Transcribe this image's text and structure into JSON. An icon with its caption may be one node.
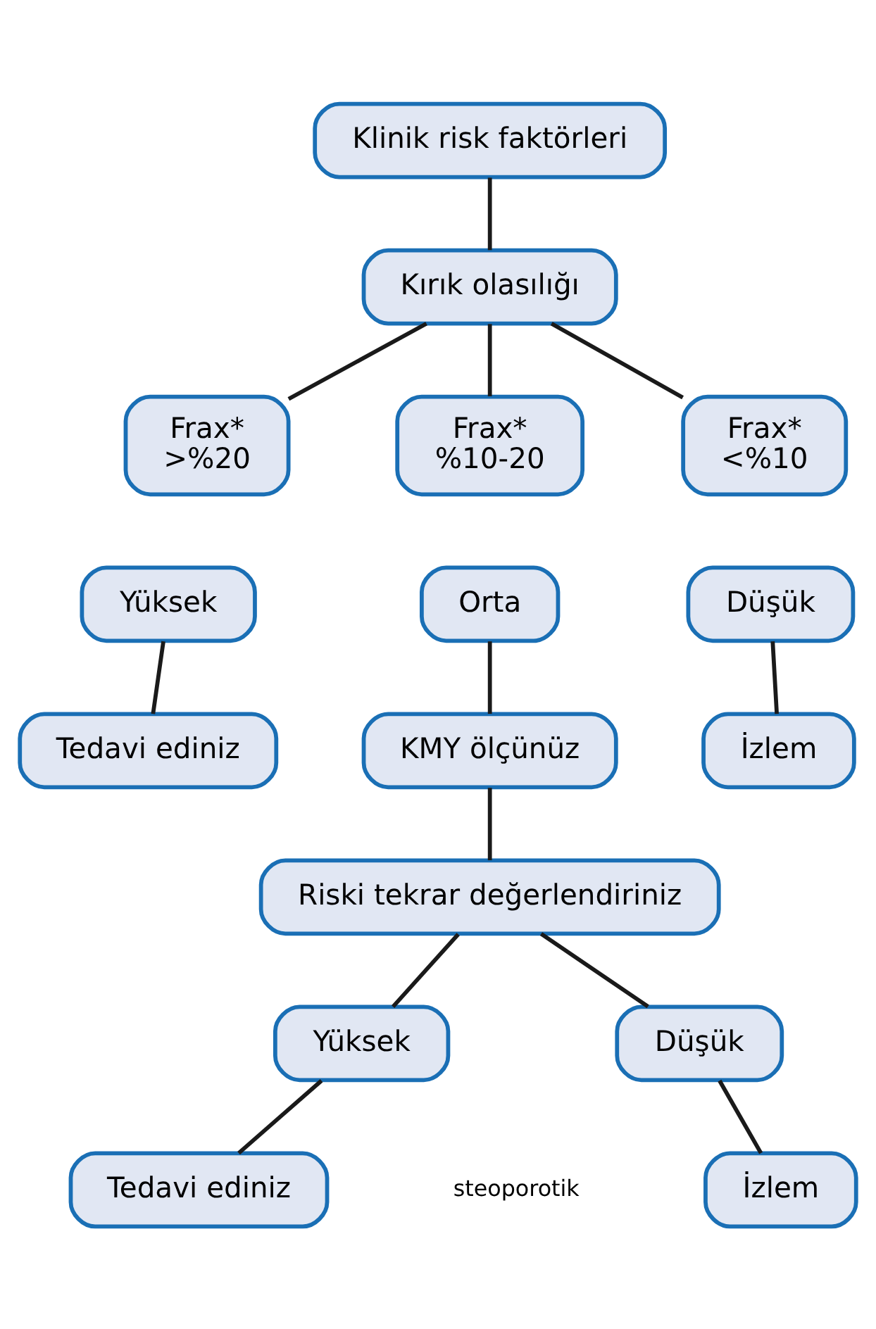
{
  "diagram": {
    "nodes": [
      {
        "text": [
          "Klinik risk faktörleri"
        ]
      },
      {
        "text": [
          "Kırık olasılığı"
        ]
      },
      {
        "text": [
          "Frax*",
          ">%20"
        ]
      },
      {
        "text": [
          "Frax*",
          "%10-20"
        ]
      },
      {
        "text": [
          "Frax*",
          "<%10"
        ]
      },
      {
        "text": [
          "Yüksek"
        ]
      },
      {
        "text": [
          "Orta"
        ]
      },
      {
        "text": [
          "Düşük"
        ]
      },
      {
        "text": [
          "Tedavi ediniz"
        ]
      },
      {
        "text": [
          "KMY ölçünüz"
        ]
      },
      {
        "text": [
          "İzlem"
        ]
      },
      {
        "text": [
          "Riski tekrar değerlendiriniz"
        ]
      },
      {
        "text": [
          "Yüksek"
        ]
      },
      {
        "text": [
          "Düşük"
        ]
      },
      {
        "text": [
          "Tedavi ediniz"
        ]
      },
      {
        "text": [
          "İzlem"
        ]
      }
    ],
    "edges": [
      {
        "from": 0,
        "to": 1,
        "arrow": "none"
      },
      {
        "from": 1,
        "to": 2,
        "arrow": "none"
      },
      {
        "from": 1,
        "to": 3,
        "arrow": "none"
      },
      {
        "from": 1,
        "to": 4,
        "arrow": "none"
      },
      {
        "from": 5,
        "to": 8,
        "arrow": "none"
      },
      {
        "from": 6,
        "to": 9,
        "arrow": "none"
      },
      {
        "from": 7,
        "to": 10,
        "arrow": "none"
      },
      {
        "from": 9,
        "to": 11,
        "arrow": "none"
      },
      {
        "from": 11,
        "to": 12,
        "arrow": "none"
      },
      {
        "from": 11,
        "to": 13,
        "arrow": "none"
      },
      {
        "from": 12,
        "to": 14,
        "arrow": "none"
      },
      {
        "from": 13,
        "to": 15,
        "arrow": "none"
      }
    ],
    "labels": [
      "steoporotik"
    ]
  }
}
